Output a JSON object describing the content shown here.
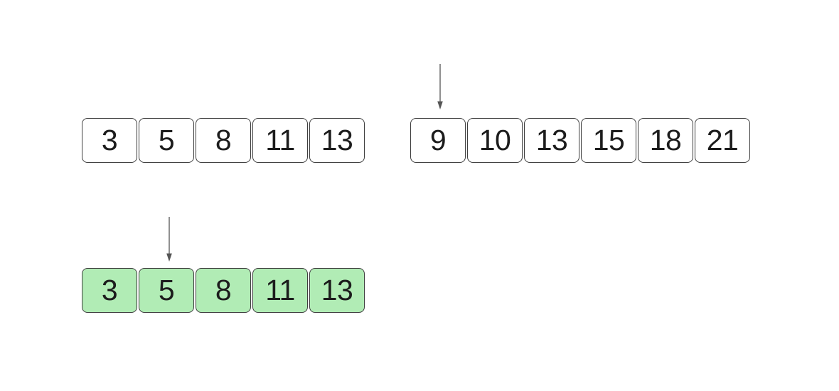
{
  "colors": {
    "background": "#ffffff",
    "cell_border": "#3f3f3f",
    "cell_text": "#1c1c1c",
    "cell_bg": "#ffffff",
    "cell_bg_highlight": "#b1ecb5",
    "arrow": "#555555"
  },
  "arrays": {
    "a": {
      "values": [
        3,
        5,
        8,
        11,
        13
      ],
      "highlighted": false
    },
    "b": {
      "values": [
        9,
        10,
        13,
        15,
        18,
        21
      ],
      "highlighted": false,
      "pointer_index": 0
    },
    "merged": {
      "values": [
        3,
        5,
        8,
        11,
        13
      ],
      "highlighted": true,
      "pointer_index": 1
    }
  }
}
